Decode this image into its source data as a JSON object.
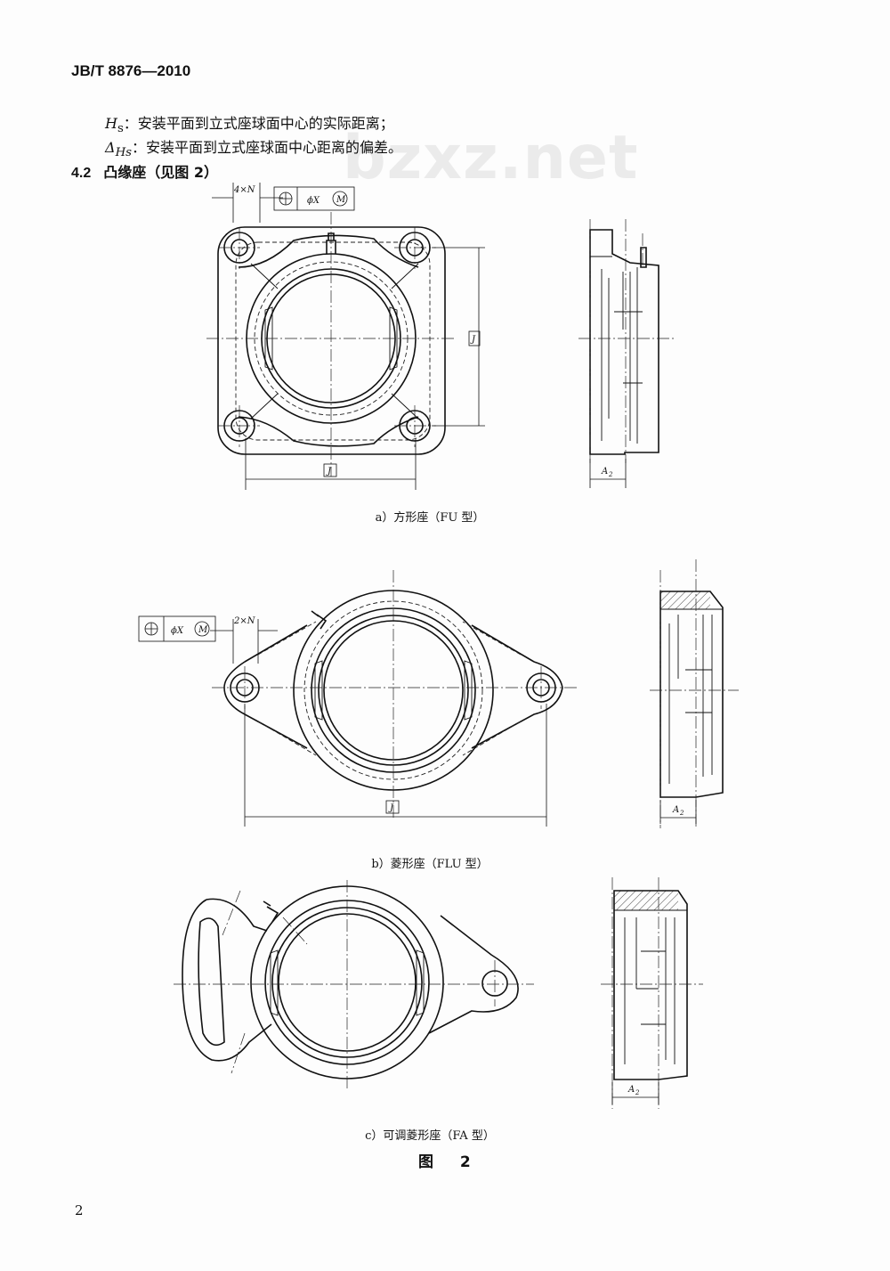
{
  "header": {
    "standard": "JB/T 8876—2010"
  },
  "watermark": "bzxz.net",
  "definitions": [
    {
      "symbol": "H",
      "sub": "s",
      "text": "：安装平面到立式座球面中心的实际距离；"
    },
    {
      "symbol": "Δ",
      "sub": "Hs",
      "text": "：安装平面到立式座球面中心距离的偏差。"
    }
  ],
  "section": {
    "number": "4.2",
    "title": "凸缘座（见图 2）"
  },
  "figures": {
    "a": {
      "caption": "a）方形座（FU 型）",
      "labels": {
        "holes": "4×N",
        "tol_dia": "ϕX",
        "tol_mod": "M",
        "dim_v": "J",
        "dim_h": "J",
        "a2": "A",
        "a2_sub": "2"
      }
    },
    "b": {
      "caption": "b）菱形座（FLU 型）",
      "labels": {
        "holes": "2×N",
        "tol_dia": "ϕX",
        "tol_mod": "M",
        "dim_h": "J",
        "a2": "A",
        "a2_sub": "2"
      }
    },
    "c": {
      "caption": "c）可调菱形座（FA 型）",
      "labels": {
        "a2": "A",
        "a2_sub": "2"
      }
    }
  },
  "figure_title": "图 2",
  "page_number": "2"
}
